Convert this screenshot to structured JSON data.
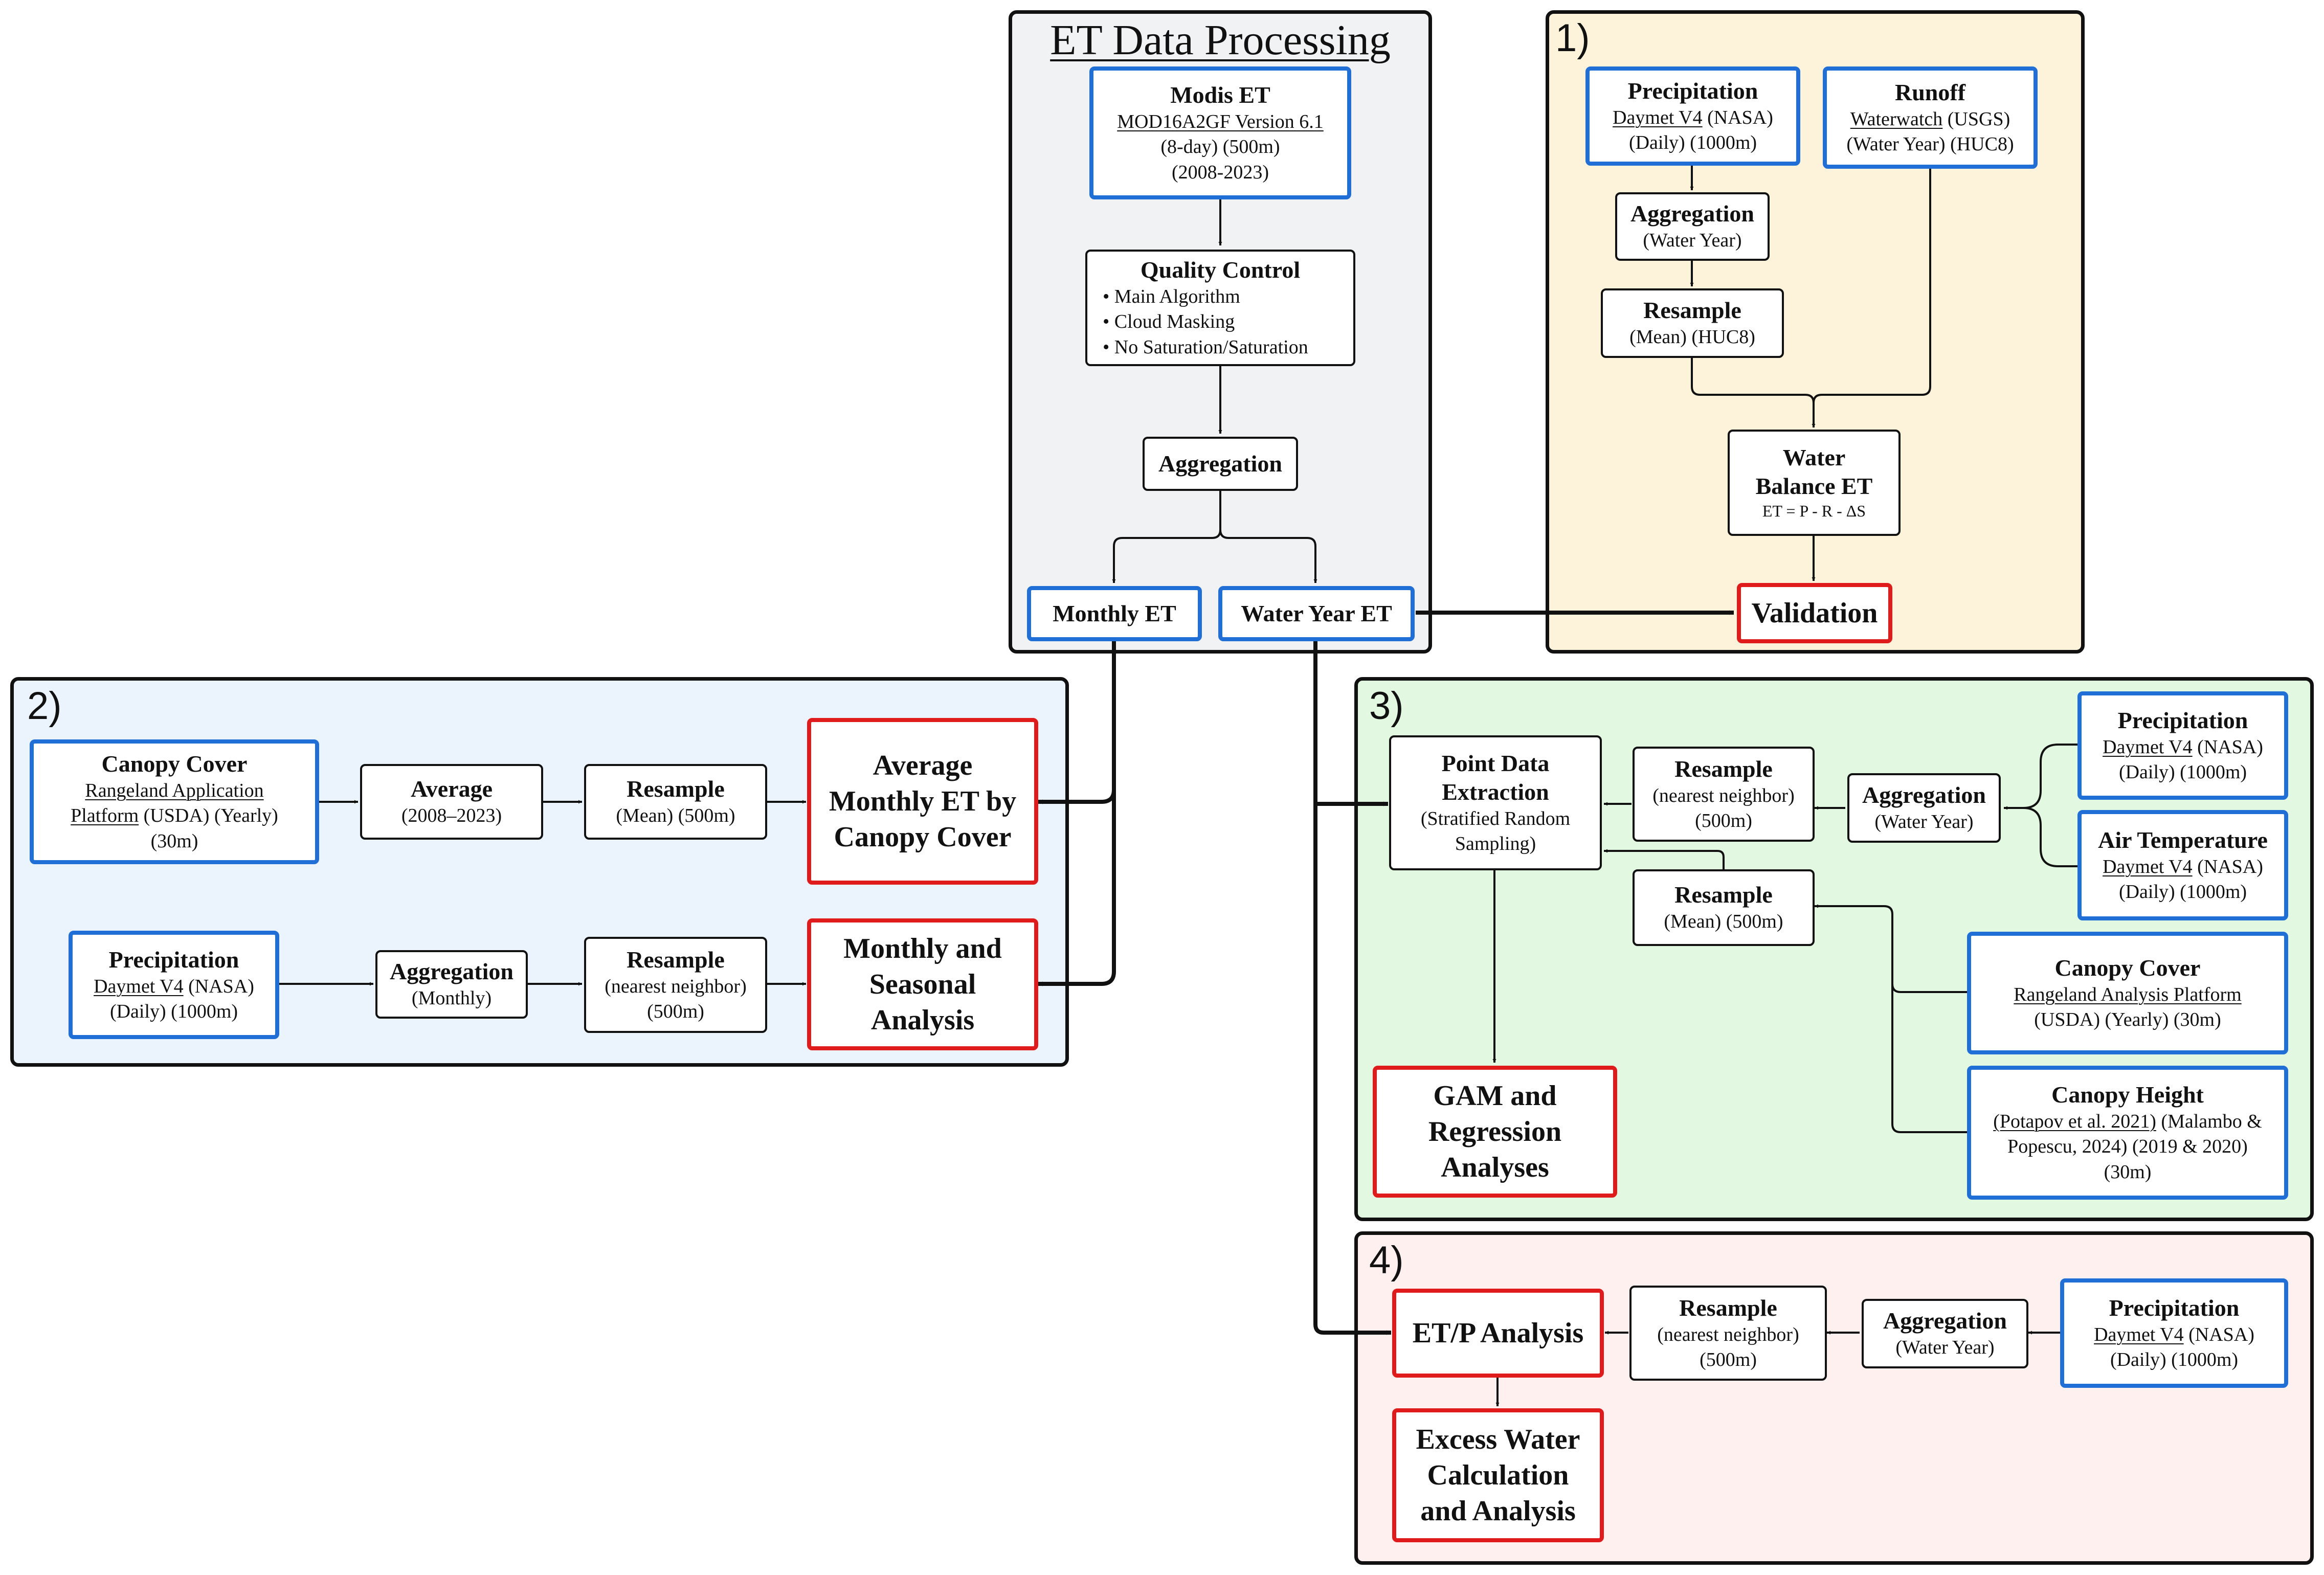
{
  "colors": {
    "source_border": "#1f6fd6",
    "output_border": "#e01b1b",
    "process_border": "#111111",
    "panel_et_bg": "#f0f2f4",
    "panel_1_bg": "#fdf2da",
    "panel_2_bg": "#ebf4fd",
    "panel_3_bg": "#e2f8e0",
    "panel_4_bg": "#fdf0ef"
  },
  "et_processing": {
    "title": "ET Data Processing",
    "modis": {
      "title": "Modis ET",
      "link": "MOD16A2GF Version 6.1",
      "line2": "(8-day) (500m)",
      "line3": "(2008-2023)"
    },
    "quality_control": {
      "title": "Quality Control",
      "items": [
        "• Main Algorithm",
        "• Cloud Masking",
        "• No Saturation/Saturation"
      ]
    },
    "aggregation": {
      "title": "Aggregation"
    },
    "monthly_et": {
      "title": "Monthly ET"
    },
    "water_year_et": {
      "title": "Water Year ET"
    }
  },
  "panel1": {
    "label": "1)",
    "precipitation": {
      "title": "Precipitation",
      "link": "Daymet V4",
      "suffix": " (NASA)",
      "line2": "(Daily) (1000m)"
    },
    "runoff": {
      "title": "Runoff",
      "link": "Waterwatch",
      "suffix": " (USGS)",
      "line2": "(Water Year) (HUC8)"
    },
    "aggregation": {
      "title": "Aggregation",
      "sub": "(Water Year)"
    },
    "resample": {
      "title": "Resample",
      "sub": "(Mean) (HUC8)"
    },
    "water_balance": {
      "title1": "Water",
      "title2": "Balance ET",
      "formula": "ET = P - R - ΔS"
    },
    "validation": {
      "title": "Validation"
    }
  },
  "panel2": {
    "label": "2)",
    "canopy_cover": {
      "title": "Canopy Cover",
      "link1": "Rangeland Application",
      "link2": "Platform",
      "suffix": " (USDA) (Yearly)",
      "line3": "(30m)"
    },
    "average": {
      "title": "Average",
      "sub": "(2008–2023)"
    },
    "resample_mean": {
      "title": "Resample",
      "sub": "(Mean) (500m)"
    },
    "avg_output": {
      "line1": "Average",
      "line2": "Monthly ET by",
      "line3": "Canopy Cover"
    },
    "precipitation": {
      "title": "Precipitation",
      "link": "Daymet V4",
      "suffix": " (NASA)",
      "line2": "(Daily) (1000m)"
    },
    "aggregation": {
      "title": "Aggregation",
      "sub": "(Monthly)"
    },
    "resample_nn": {
      "title": "Resample",
      "sub1": "(nearest neighbor)",
      "sub2": "(500m)"
    },
    "seasonal_output": {
      "line1": "Monthly and",
      "line2": "Seasonal",
      "line3": "Analysis"
    }
  },
  "panel3": {
    "label": "3)",
    "point_extraction": {
      "title1": "Point Data",
      "title2": "Extraction",
      "sub1": "(Stratified Random",
      "sub2": "Sampling)"
    },
    "resample_nn": {
      "title": "Resample",
      "sub1": "(nearest neighbor)",
      "sub2": "(500m)"
    },
    "aggregation": {
      "title": "Aggregation",
      "sub": "(Water Year)"
    },
    "precipitation": {
      "title": "Precipitation",
      "link": "Daymet V4",
      "suffix": " (NASA)",
      "line2": "(Daily) (1000m)"
    },
    "air_temperature": {
      "title": "Air Temperature",
      "link": "Daymet V4",
      "suffix": " (NASA)",
      "line2": "(Daily) (1000m)"
    },
    "resample_mean": {
      "title": "Resample",
      "sub": "(Mean) (500m)"
    },
    "canopy_cover": {
      "title": "Canopy Cover",
      "link": "Rangeland Analysis Platform",
      "line2": "(USDA) (Yearly) (30m)"
    },
    "canopy_height": {
      "title": "Canopy Height",
      "link": "(Potapov et al. 2021)",
      "suffix": " (Malambo &",
      "line2": "Popescu, 2024) (2019 & 2020)",
      "line3": "(30m)"
    },
    "gam_output": {
      "line1": "GAM and",
      "line2": "Regression",
      "line3": "Analyses"
    }
  },
  "panel4": {
    "label": "4)",
    "etp": {
      "title": "ET/P Analysis"
    },
    "resample_nn": {
      "title": "Resample",
      "sub1": "(nearest neighbor)",
      "sub2": "(500m)"
    },
    "aggregation": {
      "title": "Aggregation",
      "sub": "(Water Year)"
    },
    "precipitation": {
      "title": "Precipitation",
      "link": "Daymet V4",
      "suffix": " (NASA)",
      "line2": "(Daily) (1000m)"
    },
    "excess_output": {
      "line1": "Excess Water",
      "line2": "Calculation",
      "line3": "and Analysis"
    }
  }
}
